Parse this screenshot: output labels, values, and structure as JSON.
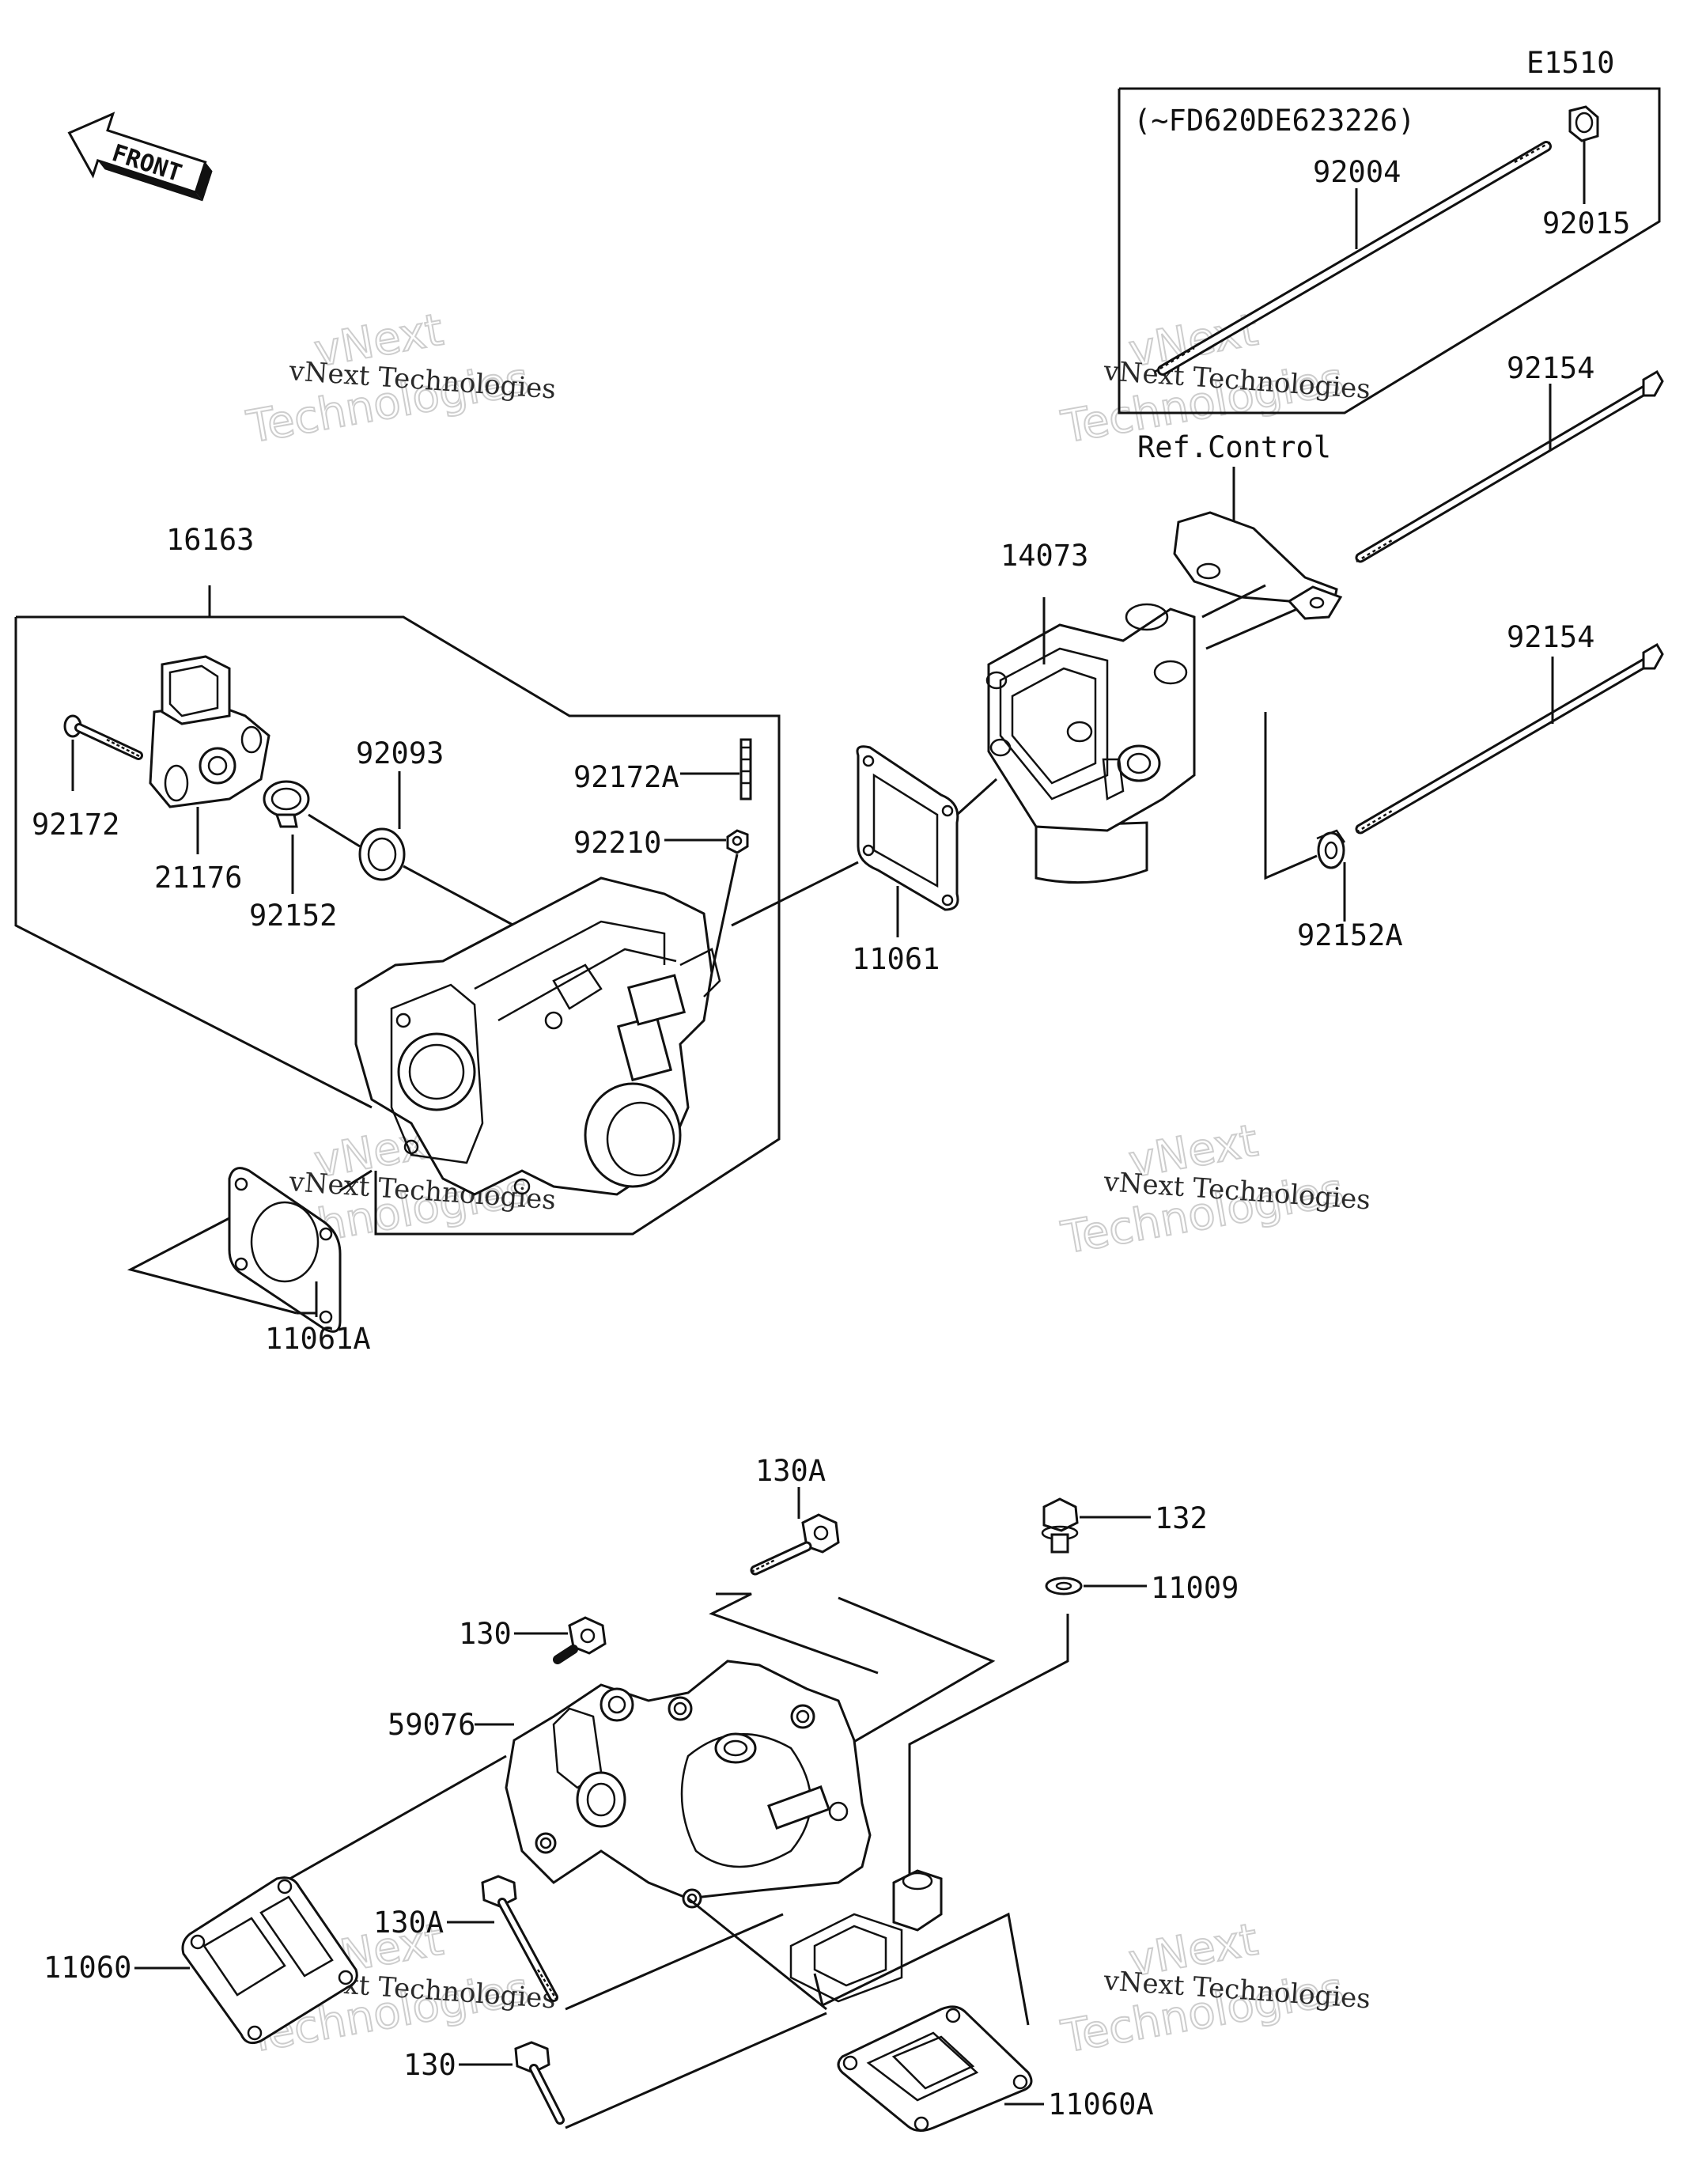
{
  "diagram_code": "E1510",
  "serial_note": "(~FD620DE623226)",
  "front_label": "FRONT",
  "reference_label": "Ref.Control",
  "part_numbers": {
    "p92004": "92004",
    "p92015": "92015",
    "p92154_top": "92154",
    "p92154_mid": "92154",
    "p92152A": "92152A",
    "p14073": "14073",
    "p11061": "11061",
    "p16163": "16163",
    "p92172": "92172",
    "p21176": "21176",
    "p92152": "92152",
    "p92093": "92093",
    "p92172A": "92172A",
    "p92210": "92210",
    "p11061A": "11061A",
    "p130A_top": "130A",
    "p132": "132",
    "p11009": "11009",
    "p130_top": "130",
    "p59076": "59076",
    "p130A_bottom": "130A",
    "p11060": "11060",
    "p130_bottom": "130",
    "p11060A": "11060A"
  },
  "watermark": {
    "line1": "vNext Technologies",
    "line2": "Technologies",
    "line3": "vNext"
  }
}
